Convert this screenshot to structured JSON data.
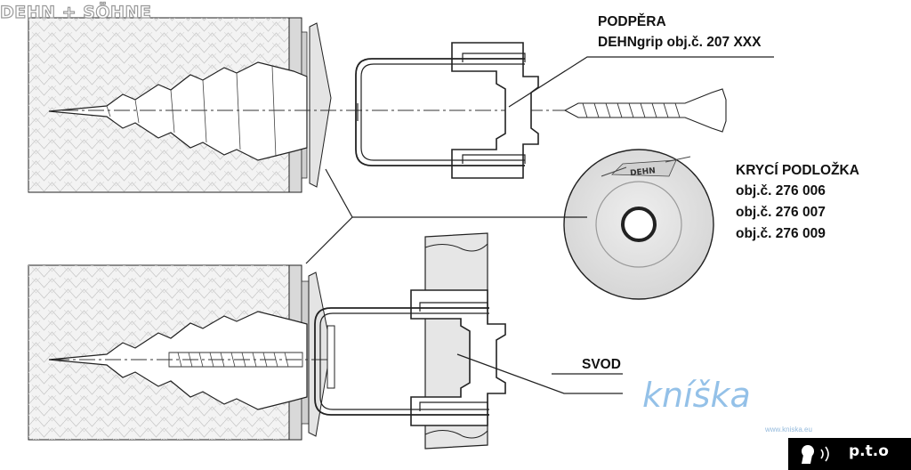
{
  "brand": {
    "text": "DEHN + SÖHNE"
  },
  "labels": {
    "support_title": "PODPĚRA",
    "support_detail": "DEHNgrip obj.č. 207 XXX",
    "washer_title": "KRYCÍ PODLOŽKA",
    "washer_ref_1": "obj.č. 276 006",
    "washer_ref_2": "obj.č. 276 007",
    "washer_ref_3": "obj.č. 276 009",
    "conductor": "SVOD"
  },
  "washer_logo": {
    "text": "DEHN"
  },
  "watermark": {
    "text": "kníška",
    "url": "www.kniska.eu"
  },
  "footer": {
    "pto": "p.t.o"
  },
  "icons": {
    "speaker": "speaker-icon"
  },
  "colors": {
    "line": "#111111",
    "wall_fill": "#f2f2f2",
    "pattern": "#c9c9c9",
    "washer": "#e2e2e2",
    "bar": "#000000"
  }
}
